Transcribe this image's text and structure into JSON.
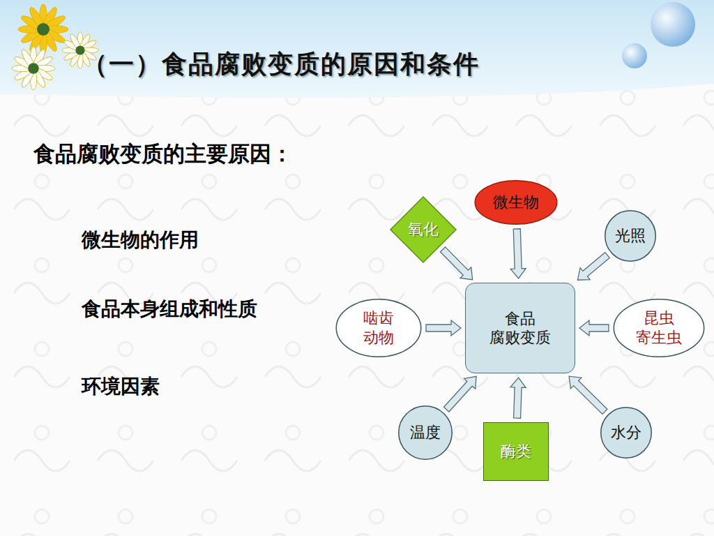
{
  "diagram": {
    "title": "（一）食品腐败变质的原因和条件",
    "nodes": [
      {
        "text": [
          "微生物"
        ]
      },
      {
        "text": [
          "氧化"
        ]
      },
      {
        "text": [
          "光照"
        ]
      },
      {
        "text": [
          "啮齿 动物"
        ]
      },
      {
        "text": [
          "食品 腐败变质"
        ]
      },
      {
        "text": [
          "昆虫 寄生虫"
        ]
      },
      {
        "text": [
          "温度"
        ]
      },
      {
        "text": [
          "水分"
        ]
      },
      {
        "text": [
          "酶类"
        ]
      }
    ],
    "edges": [
      {
        "from": 0,
        "to": 4,
        "arrow": "to"
      },
      {
        "from": 1,
        "to": 4,
        "arrow": "to"
      },
      {
        "from": 2,
        "to": 4,
        "arrow": "to"
      },
      {
        "from": 3,
        "to": 4,
        "arrow": "to"
      },
      {
        "from": 5,
        "to": 4,
        "arrow": "to"
      },
      {
        "from": 6,
        "to": 4,
        "arrow": "to"
      },
      {
        "from": 7,
        "to": 4,
        "arrow": "to"
      },
      {
        "from": 8,
        "to": 4,
        "arrow": "to"
      }
    ],
    "labels": [
      "食品腐败变质的主要原因：",
      "微生物的作用",
      "食品本身组成和性质",
      "环境因素"
    ]
  }
}
